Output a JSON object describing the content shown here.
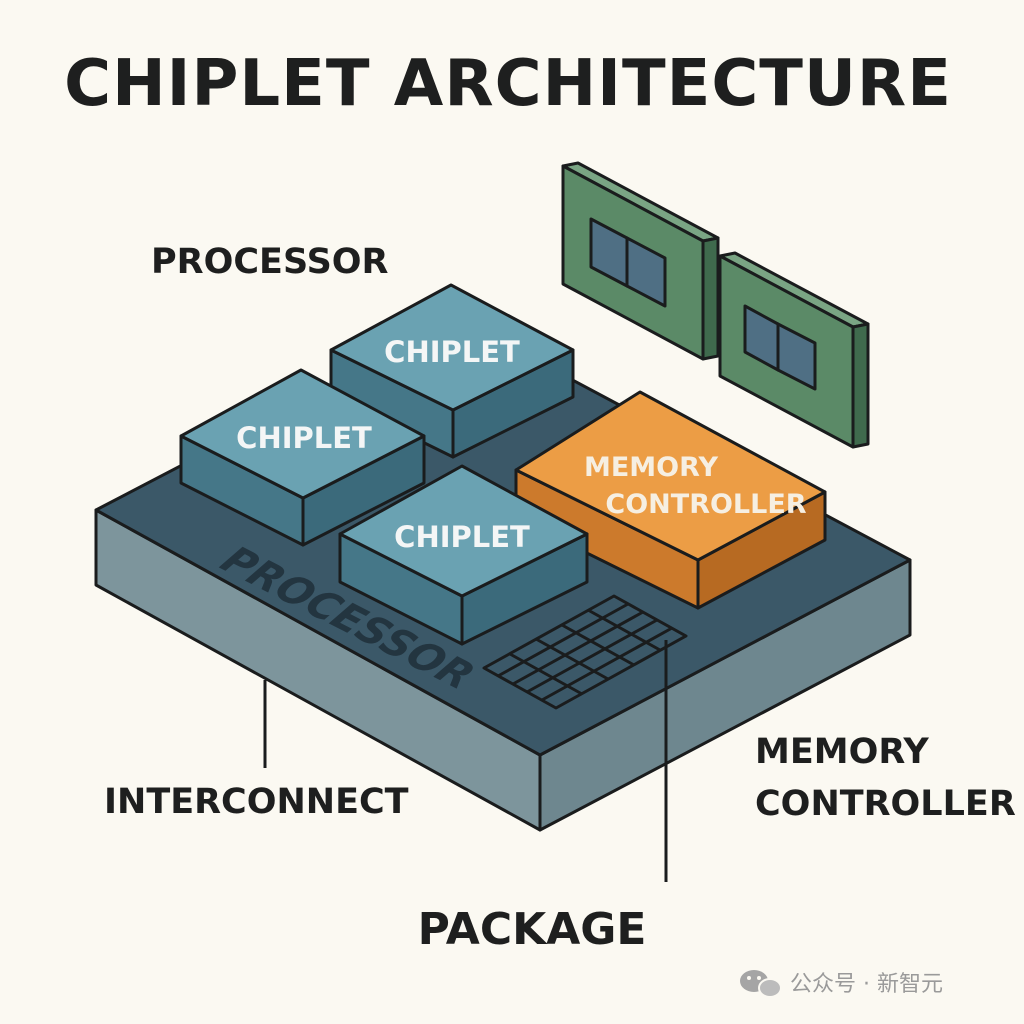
{
  "title": "CHIPLET ARCHITECTURE",
  "labels": {
    "processor": "PROCESSOR",
    "interconnect": "INTERCONNECT",
    "memory_controller_line1": "MEMORY",
    "memory_controller_line2": "CONTROLLER",
    "package": "PACKAGE"
  },
  "chiplets": [
    {
      "label": "CHIPLET"
    },
    {
      "label": "CHIPLET"
    },
    {
      "label": "CHIPLET"
    }
  ],
  "memory_controller_block": {
    "line1": "MEMORY",
    "line2": "CONTROLLER"
  },
  "package_surface_text": "PROCESSOR",
  "watermark": "公众号 · 新智元",
  "colors": {
    "background": "#fbf9f2",
    "package_top": "#3b5868",
    "package_side": "#7d959c",
    "chiplet_top": "#6aa2b2",
    "chiplet_side": "#457788",
    "memory_controller_top": "#ec9d45",
    "memory_controller_side": "#cc7a2c",
    "memory_module": "#5b8a67",
    "memory_cell": "#4f6f84",
    "outline": "#1a1c1d"
  }
}
